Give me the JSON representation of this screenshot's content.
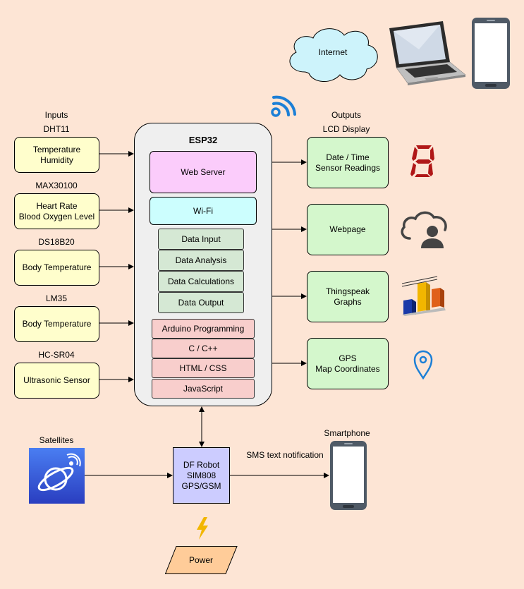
{
  "cloud": {
    "label": "Internet"
  },
  "inputs": {
    "heading": "Inputs",
    "items": [
      {
        "sensor": "DHT11",
        "text": "Temperature\nHumidity"
      },
      {
        "sensor": "MAX30100",
        "text": "Heart Rate\nBlood Oxygen Level"
      },
      {
        "sensor": "DS18B20",
        "text": "Body Temperature"
      },
      {
        "sensor": "LM35",
        "text": "Body Temperature"
      },
      {
        "sensor": "HC-SR04",
        "text": "Ultrasonic Sensor"
      }
    ]
  },
  "esp32": {
    "title": "ESP32",
    "web_server": "Web Server",
    "wifi": "Wi-Fi",
    "data_steps": [
      "Data Input",
      "Data Analysis",
      "Data Calculations",
      "Data Output"
    ],
    "languages": [
      "Arduino Programming",
      "C / C++",
      "HTML / CSS",
      "JavaScript"
    ]
  },
  "outputs": {
    "heading": "Outputs",
    "lcd_label": "LCD Display",
    "items": [
      {
        "text": "Date / Time\nSensor Readings"
      },
      {
        "text": "Webpage"
      },
      {
        "text": "Thingspeak\nGraphs"
      },
      {
        "text": "GPS\nMap Coordinates"
      }
    ]
  },
  "satellites": {
    "label": "Satellites"
  },
  "module": {
    "text": "DF Robot\nSIM808\nGPS/GSM"
  },
  "sms": {
    "label": "SMS text notification"
  },
  "smartphone": {
    "label": "Smartphone"
  },
  "power": {
    "label": "Power"
  },
  "colors": {
    "background": "#fde5d5",
    "input_box": "#fffecc",
    "output_box": "#d4f7cc",
    "web_server": "#fbccfb",
    "wifi": "#ccfefe",
    "data_box": "#d5e8d4",
    "language_box": "#f8cecc",
    "module": "#ccccff",
    "power": "#ffcc99"
  }
}
